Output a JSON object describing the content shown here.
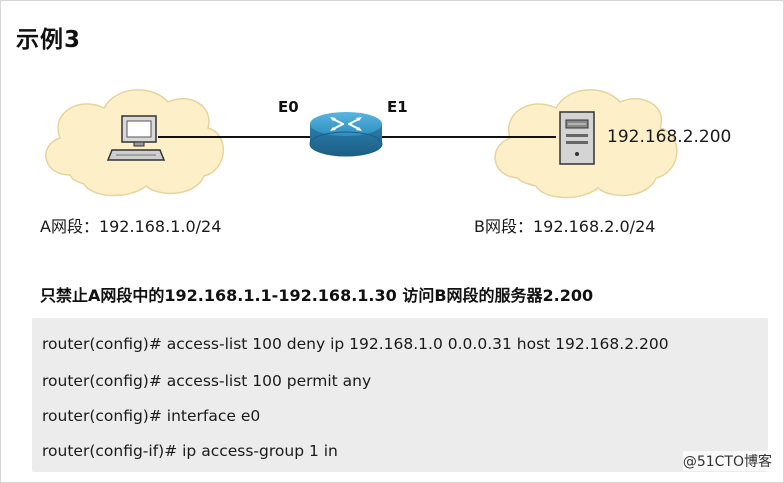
{
  "title": "示例3",
  "network": {
    "port_left": "E0",
    "port_right": "E1",
    "server_ip": "192.168.2.200",
    "segment_a": "A网段：192.168.1.0/24",
    "segment_b": "B网段：192.168.2.0/24"
  },
  "rule": "只禁止A网段中的192.168.1.1-192.168.1.30 访问B网段的服务器2.200",
  "commands": [
    "router(config)# access-list 100 deny ip 192.168.1.0 0.0.0.31 host 192.168.2.200",
    "router(config)# access-list 100 permit any",
    "router(config)# interface e0",
    "router(config-if)# ip access-group 1 in"
  ],
  "watermark": "@51CTO博客",
  "colors": {
    "cloud": "#fdf0c8",
    "cloud_edge": "#e6d39e",
    "router": "#2f8fc0",
    "code_bg": "#ececec"
  },
  "icons": {
    "pc": "pc-icon",
    "router": "router-icon",
    "server": "server-icon",
    "cloud": "cloud-icon"
  }
}
